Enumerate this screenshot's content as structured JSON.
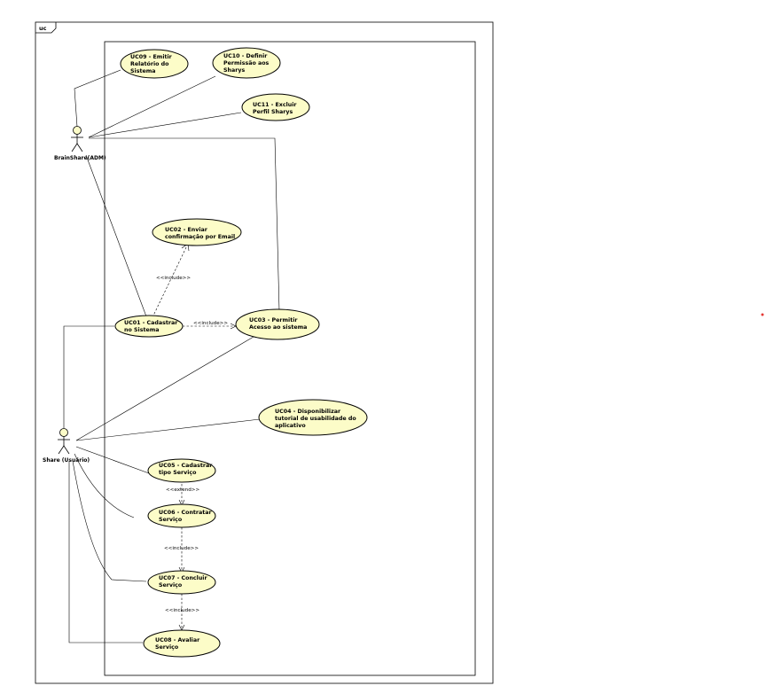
{
  "frame": {
    "tag": "uc"
  },
  "actors": {
    "admin": {
      "label": "BrainShare(ADM)"
    },
    "user": {
      "label": "Share (Usuário)"
    }
  },
  "use_cases": {
    "uc09": {
      "lines": [
        "UC09 - Emitir",
        "Relatório do",
        "Sistema"
      ]
    },
    "uc10": {
      "lines": [
        "UC10 - Definir",
        "Permissão aos",
        "Sharys"
      ]
    },
    "uc11": {
      "lines": [
        "UC11 - Excluir",
        "Perfil Sharys"
      ]
    },
    "uc02": {
      "lines": [
        "UC02 - Enviar",
        "confirmação por Email"
      ]
    },
    "uc01": {
      "lines": [
        "UC01 - Cadastrar",
        "no Sistema"
      ]
    },
    "uc03": {
      "lines": [
        "UC03 - Permitir",
        "Acesso ao sistema"
      ]
    },
    "uc04": {
      "lines": [
        "UC04 - Disponibilizar",
        "tutorial de usabilidade do",
        "aplicativo"
      ]
    },
    "uc05": {
      "lines": [
        "UC05 - Cadastrar",
        "tipo Serviço"
      ]
    },
    "uc06": {
      "lines": [
        "UC06 - Contratar",
        "Serviço"
      ]
    },
    "uc07": {
      "lines": [
        "UC07 - Concluir",
        "Serviço"
      ]
    },
    "uc08": {
      "lines": [
        "UC08 - Avaliar",
        "Serviço"
      ]
    }
  },
  "relations": {
    "uc01_uc02": "<<include>>",
    "uc01_uc03": "<<include>>",
    "uc05_uc06": "<<extend>>",
    "uc06_uc07": "<<include>>",
    "uc07_uc08": "<<include>>"
  },
  "colors": {
    "use_case_fill": "#fcfcc8",
    "stroke": "#000000",
    "marker": "#e53935"
  }
}
